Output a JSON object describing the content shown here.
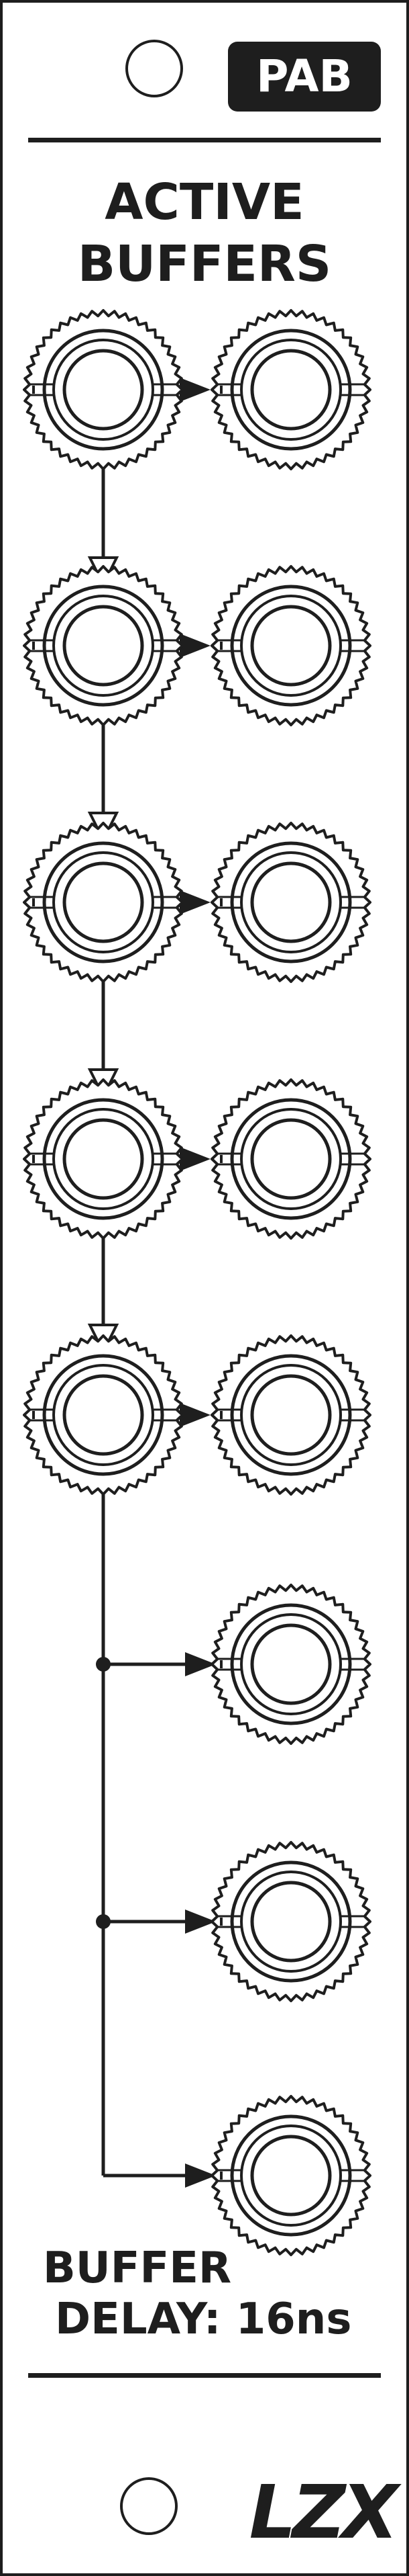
{
  "module": {
    "badge": "PAB",
    "title_line1": "ACTIVE",
    "title_line2": "BUFFERS",
    "footer_line1": "BUFFER",
    "footer_line2": "DELAY: 16ns",
    "logo_text": "LZX"
  },
  "colors": {
    "panel": "#ffffff",
    "ink": "#1e1e1e",
    "badge_text": "#ffffff"
  },
  "icons": {
    "screw": "mounting-screw-hole-icon",
    "jack": "patch-jack-socket-icon",
    "arrow": "signal-flow-arrow-icon",
    "logo": "lzx-logo-icon"
  },
  "jacks": {
    "inputs_count": 5,
    "outputs_count": 8
  }
}
